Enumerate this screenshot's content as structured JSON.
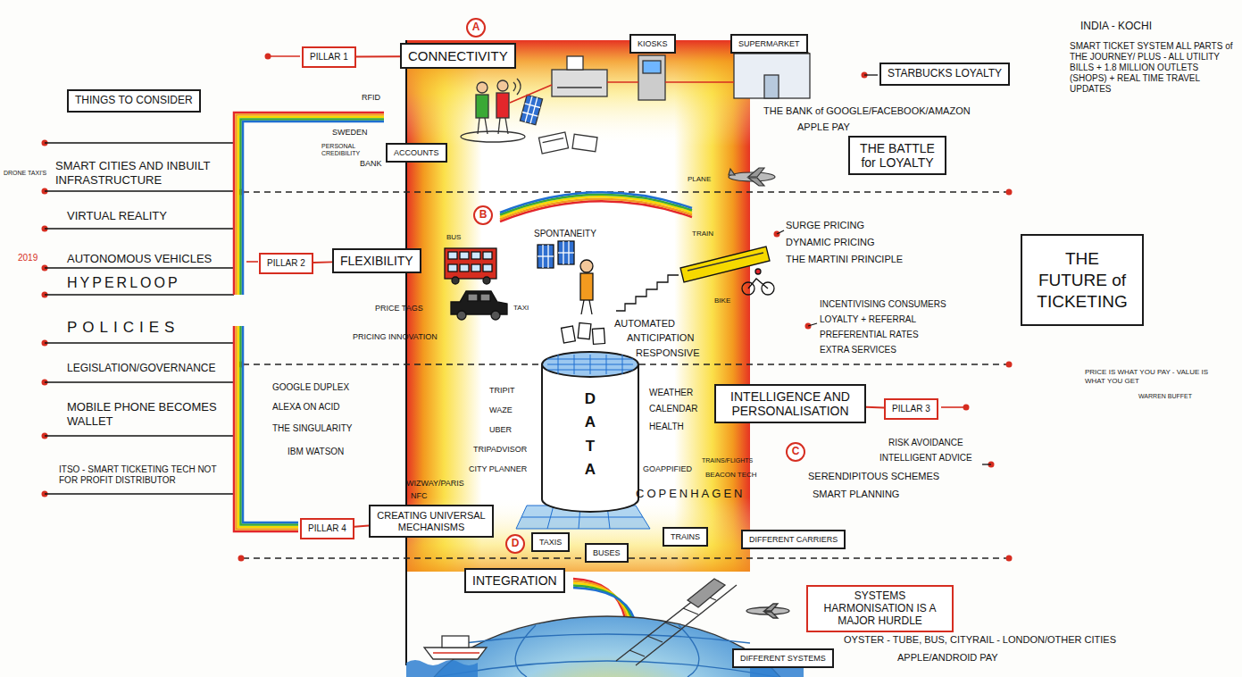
{
  "diagram": {
    "nodes": [
      {
        "text": [
          "THINGS TO CONSIDER"
        ]
      },
      {
        "text": [
          "PILLAR 1"
        ]
      },
      {
        "text": [
          "CONNECTIVITY"
        ]
      },
      {
        "text": [
          "A"
        ]
      },
      {
        "text": [
          "KIOSKS"
        ]
      },
      {
        "text": [
          "SUPERMARKET"
        ]
      },
      {
        "text": [
          "STARBUCKS LOYALTY"
        ]
      },
      {
        "text": [
          "THE BATTLE for LOYALTY"
        ]
      },
      {
        "text": [
          "ACCOUNTS"
        ]
      },
      {
        "text": [
          "B"
        ]
      },
      {
        "text": [
          "PILLAR 2"
        ]
      },
      {
        "text": [
          "FLEXIBILITY"
        ]
      },
      {
        "text": [
          "THE FUTURE of TICKETING"
        ]
      },
      {
        "text": [
          "DATA"
        ]
      },
      {
        "text": [
          "INTELLIGENCE AND PERSONALISATION"
        ]
      },
      {
        "text": [
          "PILLAR 3"
        ]
      },
      {
        "text": [
          "C"
        ]
      },
      {
        "text": [
          "PILLAR 4"
        ]
      },
      {
        "text": [
          "CREATING UNIVERSAL MECHANISMS"
        ]
      },
      {
        "text": [
          "D"
        ]
      },
      {
        "text": [
          "TAXIS"
        ]
      },
      {
        "text": [
          "BUSES"
        ]
      },
      {
        "text": [
          "TRAINS"
        ]
      },
      {
        "text": [
          "DIFFERENT CARRIERS"
        ]
      },
      {
        "text": [
          "INTEGRATION"
        ]
      },
      {
        "text": [
          "SYSTEMS HARMONISATION IS A MAJOR HURDLE"
        ]
      },
      {
        "text": [
          "DIFFERENT SYSTEMS"
        ]
      }
    ],
    "edges": [
      {
        "from": 1,
        "to": 2,
        "arrow": "none"
      },
      {
        "from": 10,
        "to": 11,
        "arrow": "none"
      },
      {
        "from": 15,
        "to": 14,
        "arrow": "none"
      },
      {
        "from": 17,
        "to": 18,
        "arrow": "none"
      }
    ],
    "labels": [
      "DRONE TAXI'S",
      "SMART CITIES AND INBUILT INFRASTRUCTURE",
      "VIRTUAL REALITY",
      "2019",
      "AUTONOMOUS VEHICLES",
      "HYPERLOOP",
      "POLICIES",
      "LEGISLATION/GOVERNANCE",
      "MOBILE PHONE BECOMES WALLET",
      "ITSO - SMART TICKETING TECH NOT FOR PROFIT DISTRIBUTOR",
      "RFID",
      "SWEDEN",
      "PERSONAL CREDIBILITY",
      "BANK",
      "THE BANK of GOOGLE/FACEBOOK/AMAZON",
      "APPLE PAY",
      "PLANE",
      "INDIA - KOCHI",
      "SMART TICKET SYSTEM ALL PARTS of THE JOURNEY/ PLUS - ALL UTILITY BILLS + 1.8 MILLION OUTLETS (SHOPS) + REAL TIME TRAVEL UPDATES",
      "BUS",
      "SPONTANEITY",
      "TRAIN",
      "TAXI",
      "BIKE",
      "PRICE TAGS",
      "PRICING INNOVATION",
      "SURGE PRICING",
      "DYNAMIC PRICING",
      "THE MARTINI PRINCIPLE",
      "INCENTIVISING CONSUMERS",
      "LOYALTY + REFERRAL",
      "PREFERENTIAL RATES",
      "EXTRA SERVICES",
      "AUTOMATED",
      "ANTICIPATION",
      "RESPONSIVE",
      "PRICE IS WHAT YOU PAY - VALUE IS WHAT YOU GET",
      "WARREN BUFFET",
      "TRIPIT",
      "WAZE",
      "UBER",
      "TRIPADVISOR",
      "CITY PLANNER",
      "WIZWAY/PARIS",
      "NFC",
      "WEATHER",
      "CALENDAR",
      "HEALTH",
      "GOOGLE DUPLEX",
      "ALEXA ON ACID",
      "THE SINGULARITY",
      "IBM WATSON",
      "GOAPPIFIED",
      "TRAINS/FLIGHTS",
      "BEACON TECH",
      "COPENHAGEN",
      "RISK AVOIDANCE",
      "INTELLIGENT ADVICE",
      "SERENDIPITOUS SCHEMES",
      "SMART PLANNING",
      "OYSTER - TUBE, BUS, CITYRAIL - LONDON/OTHER CITIES",
      "APPLE/ANDROID PAY"
    ]
  }
}
